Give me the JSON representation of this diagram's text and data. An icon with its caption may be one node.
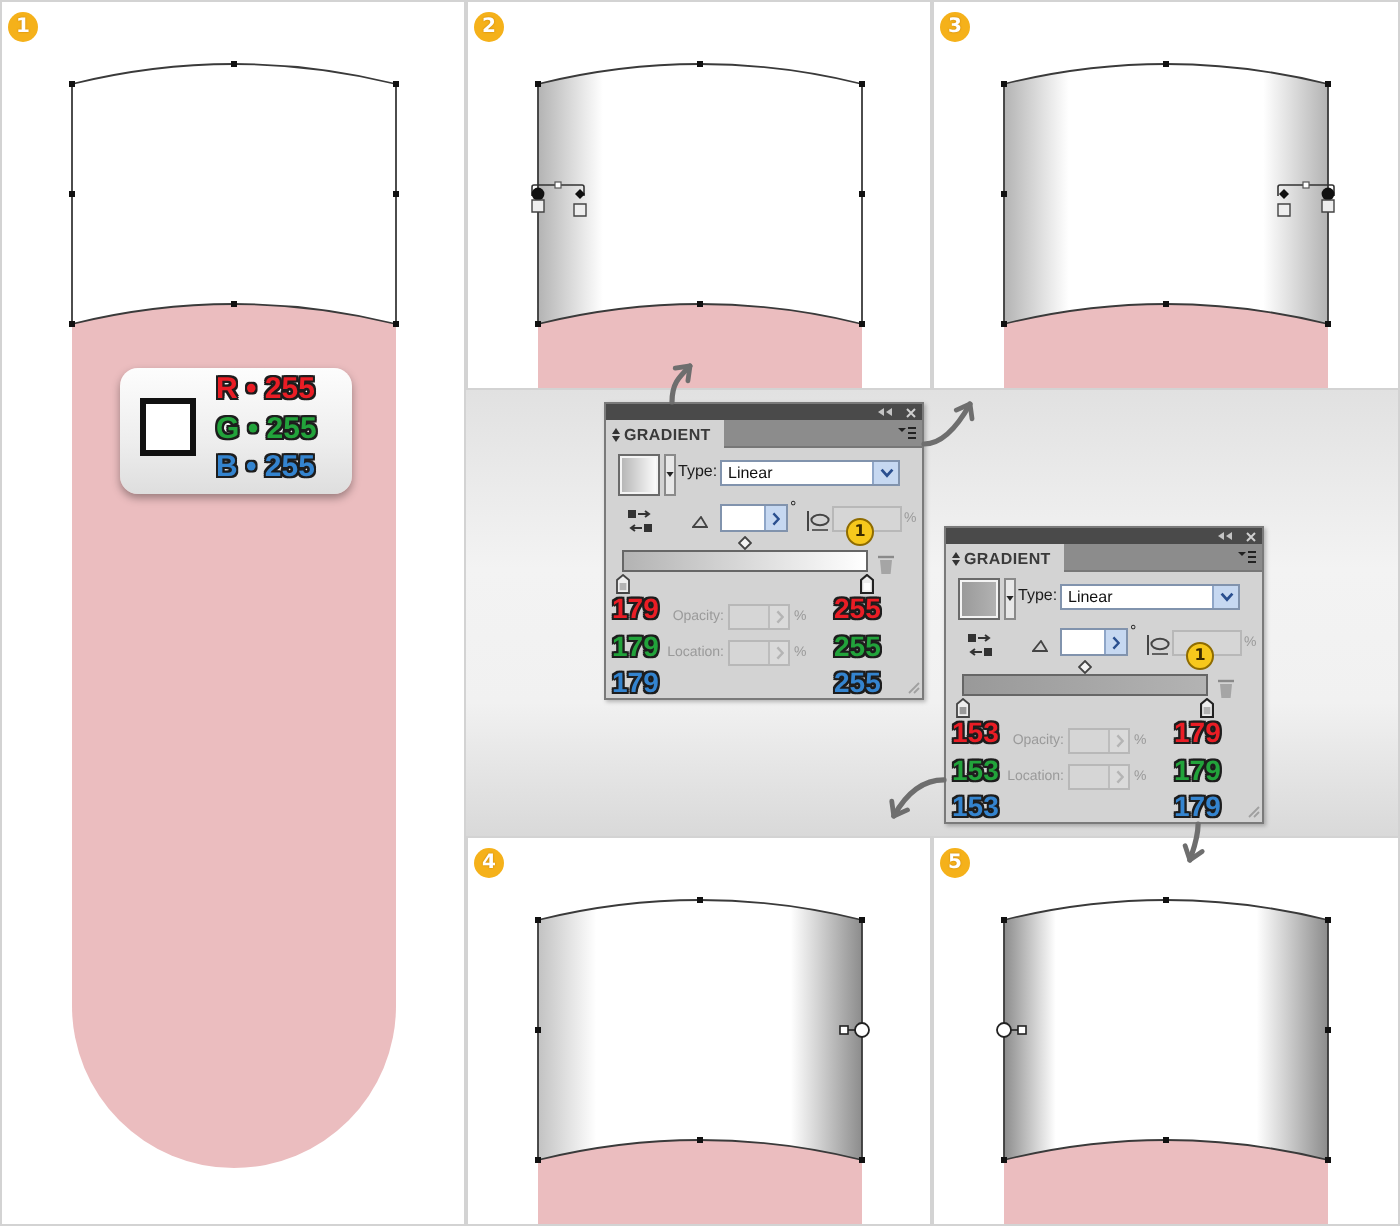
{
  "diagram": {
    "nodes": [
      {
        "text": [],
        "shape": "box"
      },
      {
        "text": [
          "1"
        ],
        "in": 0
      },
      {
        "text": [
          "R • 255",
          "G • 255",
          "B • 255"
        ],
        "in": 0
      },
      {
        "text": [],
        "shape": "box"
      },
      {
        "text": [
          "2"
        ],
        "in": 3
      },
      {
        "text": [],
        "shape": "box"
      },
      {
        "text": [
          "3"
        ],
        "in": 5
      },
      {
        "text": [
          "GRADIENT",
          "Type:",
          "Linear",
          "°",
          "%",
          "179",
          "Opacity:",
          "%",
          "255",
          "179",
          "Location:",
          "%",
          "255",
          "179",
          "255"
        ]
      },
      {
        "text": [
          "1"
        ],
        "in": 7
      },
      {
        "text": [
          "GRADIENT",
          "Type:",
          "Linear",
          "°",
          "%",
          "153",
          "Opacity:",
          "%",
          "179",
          "153",
          "Location:",
          "%",
          "179",
          "153",
          "179"
        ]
      },
      {
        "text": [
          "1"
        ],
        "in": 9
      },
      {
        "text": [],
        "shape": "box"
      },
      {
        "text": [
          "4"
        ],
        "in": 11
      },
      {
        "text": [],
        "shape": "box"
      },
      {
        "text": [
          "5"
        ],
        "in": 13
      }
    ],
    "edges": [
      {
        "from": 7,
        "to": 3,
        "arrow": "to"
      },
      {
        "from": 7,
        "to": 5,
        "arrow": "to"
      },
      {
        "from": 9,
        "to": 11,
        "arrow": "to"
      },
      {
        "from": 9,
        "to": 13,
        "arrow": "to"
      }
    ]
  }
}
